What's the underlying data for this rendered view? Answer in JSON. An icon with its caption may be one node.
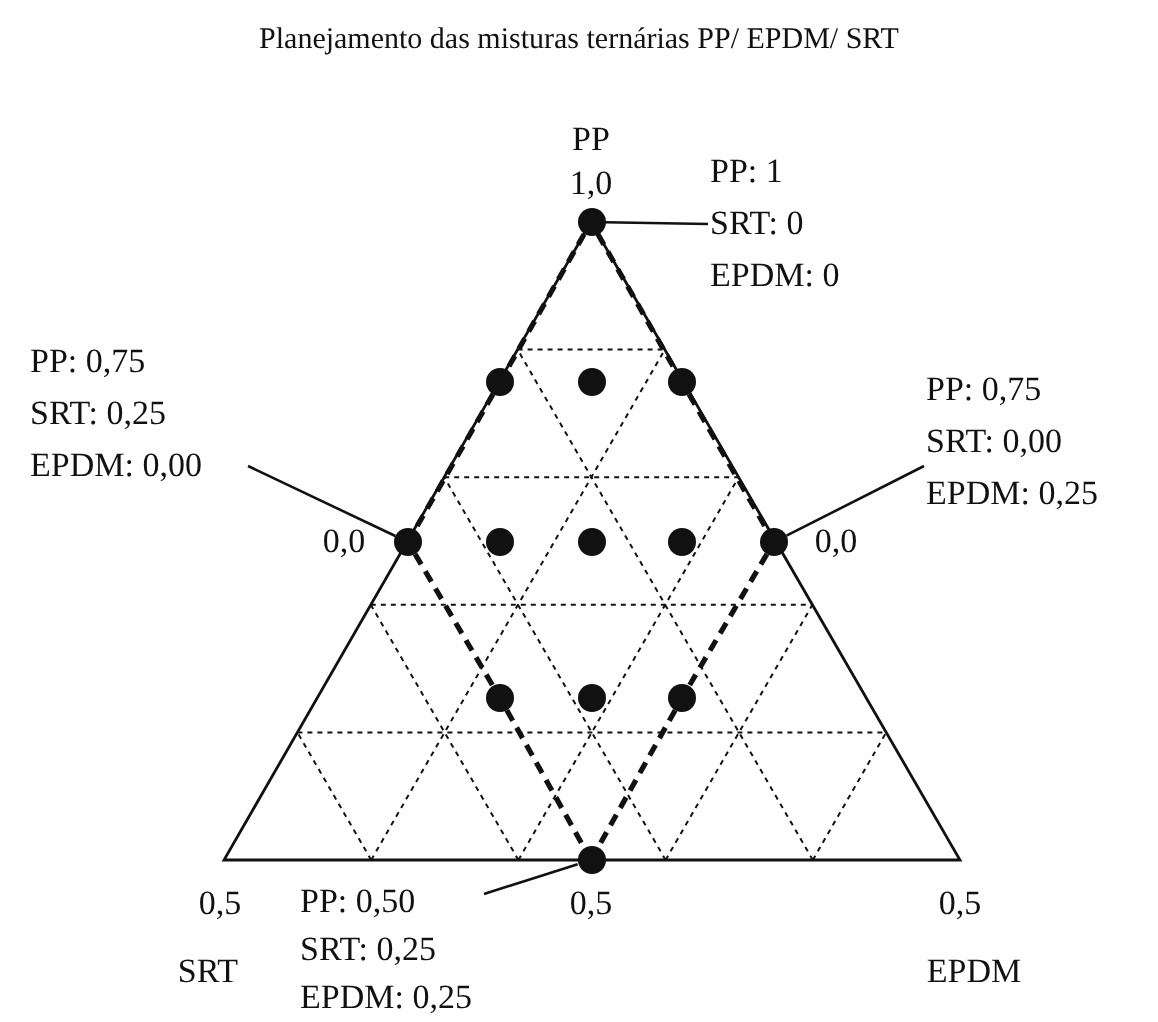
{
  "diagram": {
    "title": "Planejamento das misturas ternárias PP/ EPDM/ SRT",
    "nodes": [
      {
        "text": [
          "PP: 1",
          "SRT: 0",
          "EPDM: 0"
        ]
      },
      {
        "text": [
          "PP: 0,75",
          "SRT: 0,25",
          "EPDM: 0,00"
        ]
      },
      {
        "text": [
          "PP: 0,75",
          "SRT: 0,00",
          "EPDM: 0,25"
        ]
      },
      {
        "text": [
          "PP: 0,50",
          "SRT: 0,25",
          "EPDM: 0,25"
        ]
      },
      {
        "text": [],
        "shape": "circle"
      },
      {
        "text": [],
        "shape": "circle"
      },
      {
        "text": [],
        "shape": "circle"
      },
      {
        "text": [],
        "shape": "circle"
      },
      {
        "text": [],
        "shape": "circle"
      },
      {
        "text": [],
        "shape": "circle"
      },
      {
        "text": [],
        "shape": "circle"
      },
      {
        "text": [],
        "shape": "circle"
      },
      {
        "text": [],
        "shape": "circle"
      },
      {
        "text": [],
        "shape": "circle"
      },
      {
        "text": [],
        "shape": "circle"
      },
      {
        "text": [],
        "shape": "circle"
      },
      {
        "text": [],
        "shape": "circle"
      }
    ],
    "edges": [
      {
        "from": 0,
        "to": 4,
        "arrow": "none"
      },
      {
        "from": 1,
        "to": 8,
        "arrow": "none"
      },
      {
        "from": 2,
        "to": 12,
        "arrow": "none"
      },
      {
        "from": 3,
        "to": 16,
        "arrow": "none"
      },
      {
        "from": 4,
        "to": 5,
        "arrow": "none",
        "style": "dashed"
      },
      {
        "from": 5,
        "to": 8,
        "arrow": "none",
        "style": "dashed"
      },
      {
        "from": 8,
        "to": 13,
        "arrow": "none",
        "style": "dashed"
      },
      {
        "from": 13,
        "to": 16,
        "arrow": "none",
        "style": "dashed"
      },
      {
        "from": 4,
        "to": 7,
        "arrow": "none",
        "style": "dashed"
      },
      {
        "from": 7,
        "to": 12,
        "arrow": "none",
        "style": "dashed"
      },
      {
        "from": 12,
        "to": 15,
        "arrow": "none",
        "style": "dashed"
      },
      {
        "from": 15,
        "to": 16,
        "arrow": "none",
        "style": "dashed"
      }
    ],
    "labels": [
      "PP",
      "1,0",
      "0,0",
      "0,0",
      "0,5",
      "0,5",
      "0,5",
      "SRT",
      "EPDM"
    ]
  }
}
